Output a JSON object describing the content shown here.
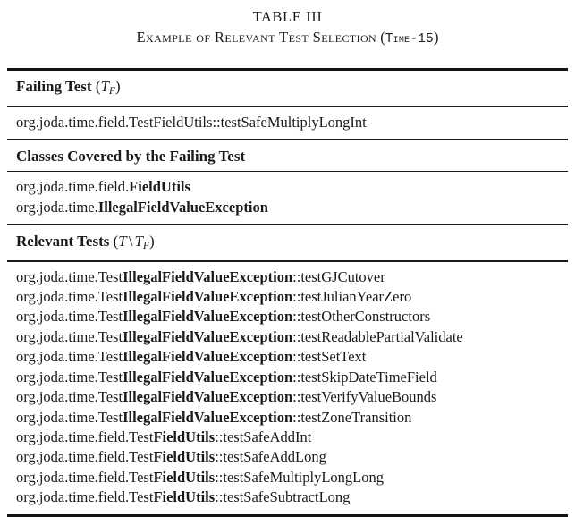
{
  "caption": {
    "label": "TABLE III",
    "title_prefix": "Example of Relevant Test Selection",
    "subject_open": "(",
    "subject": "Time-15",
    "subject_close": ")"
  },
  "table": {
    "sections": [
      {
        "header": {
          "text": "Failing Test",
          "paren_open": "(",
          "var": "T",
          "sub": "F",
          "paren_close": ")"
        },
        "rows": [
          {
            "prefix": "org.joda.time.field.TestFieldUtils",
            "sep": "::",
            "suffix": "testSafeMultiplyLongInt",
            "bold": ""
          }
        ]
      },
      {
        "header": {
          "text": "Classes Covered by the Failing Test"
        },
        "rows": [
          {
            "prefix": "org.joda.time.field.",
            "bold": "FieldUtils",
            "sep": "",
            "suffix": ""
          },
          {
            "prefix": "org.joda.time.",
            "bold": "IllegalFieldValueException",
            "sep": "",
            "suffix": ""
          }
        ]
      },
      {
        "header": {
          "text": "Relevant Tests",
          "paren_open": "(",
          "var": "T",
          "setminus": "\\",
          "var2": "T",
          "sub": "F",
          "paren_close": ")"
        },
        "rows": [
          {
            "prefix": "org.joda.time.Test",
            "bold": "IllegalFieldValueException",
            "sep": "::",
            "suffix": "testGJCutover"
          },
          {
            "prefix": "org.joda.time.Test",
            "bold": "IllegalFieldValueException",
            "sep": "::",
            "suffix": "testJulianYearZero"
          },
          {
            "prefix": "org.joda.time.Test",
            "bold": "IllegalFieldValueException",
            "sep": "::",
            "suffix": "testOtherConstructors"
          },
          {
            "prefix": "org.joda.time.Test",
            "bold": "IllegalFieldValueException",
            "sep": "::",
            "suffix": "testReadablePartialValidate"
          },
          {
            "prefix": "org.joda.time.Test",
            "bold": "IllegalFieldValueException",
            "sep": "::",
            "suffix": "testSetText"
          },
          {
            "prefix": "org.joda.time.Test",
            "bold": "IllegalFieldValueException",
            "sep": "::",
            "suffix": "testSkipDateTimeField"
          },
          {
            "prefix": "org.joda.time.Test",
            "bold": "IllegalFieldValueException",
            "sep": "::",
            "suffix": "testVerifyValueBounds"
          },
          {
            "prefix": "org.joda.time.Test",
            "bold": "IllegalFieldValueException",
            "sep": "::",
            "suffix": "testZoneTransition"
          },
          {
            "prefix": "org.joda.time.field.Test",
            "bold": "FieldUtils",
            "sep": "::",
            "suffix": "testSafeAddInt"
          },
          {
            "prefix": "org.joda.time.field.Test",
            "bold": "FieldUtils",
            "sep": "::",
            "suffix": "testSafeAddLong"
          },
          {
            "prefix": "org.joda.time.field.Test",
            "bold": "FieldUtils",
            "sep": "::",
            "suffix": "testSafeMultiplyLongLong"
          },
          {
            "prefix": "org.joda.time.field.Test",
            "bold": "FieldUtils",
            "sep": "::",
            "suffix": "testSafeSubtractLong"
          }
        ]
      }
    ]
  },
  "colors": {
    "text": "#1a1a1a",
    "rule": "#141414",
    "background": "#ffffff"
  }
}
